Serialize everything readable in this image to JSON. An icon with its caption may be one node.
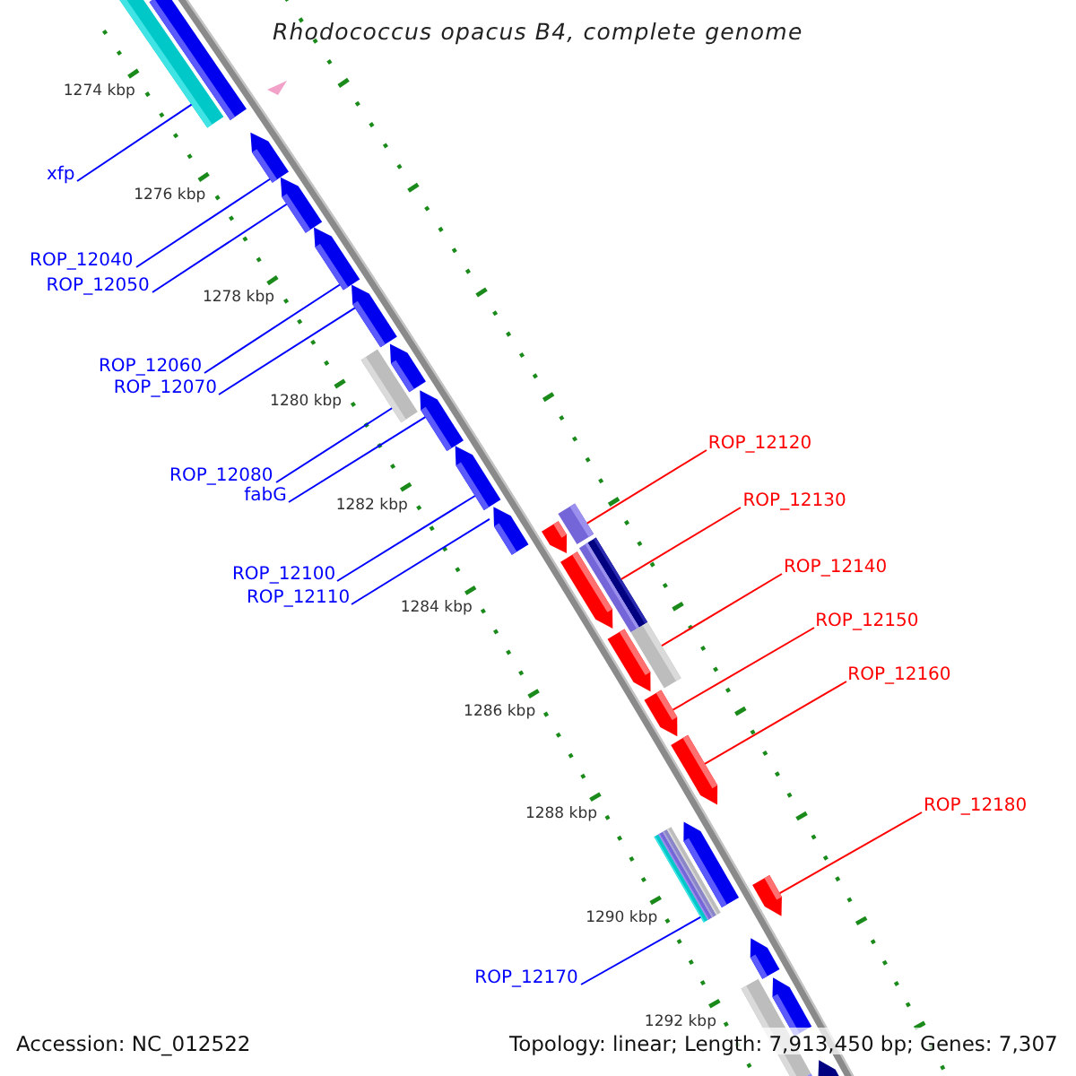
{
  "diagram": {
    "title": "Rhodococcus opacus B4, complete genome",
    "nodes": [
      {
        "text": [
          "xfp"
        ]
      },
      {
        "text": [
          "ROP_12040"
        ]
      },
      {
        "text": [
          "ROP_12050"
        ]
      },
      {
        "text": [
          "ROP_12060"
        ]
      },
      {
        "text": [
          "ROP_12070"
        ]
      },
      {
        "text": [
          "ROP_12080"
        ]
      },
      {
        "text": [
          "ROP_12120"
        ]
      },
      {
        "text": [
          "fabG"
        ]
      },
      {
        "text": [
          "ROP_12130"
        ]
      },
      {
        "text": [
          "ROP_12100"
        ]
      },
      {
        "text": [
          "ROP_12140"
        ]
      },
      {
        "text": [
          "ROP_12110"
        ]
      },
      {
        "text": [
          "ROP_12150"
        ]
      },
      {
        "text": [
          "ROP_12160"
        ]
      },
      {
        "text": [
          "ROP_12180"
        ]
      },
      {
        "text": [
          "ROP_12170"
        ]
      },
      {
        "text": [],
        "shape": "arrow"
      },
      {
        "text": [],
        "shape": "arrow"
      },
      {
        "text": [],
        "shape": "arrow"
      },
      {
        "text": [],
        "shape": "arrow"
      },
      {
        "text": [],
        "shape": "arrow"
      },
      {
        "text": [],
        "shape": "arrow"
      },
      {
        "text": [],
        "shape": "arrow"
      },
      {
        "text": [],
        "shape": "arrow"
      },
      {
        "text": [],
        "shape": "arrow"
      },
      {
        "text": [],
        "shape": "arrow"
      },
      {
        "text": [],
        "shape": "arrow"
      },
      {
        "text": [],
        "shape": "arrow"
      },
      {
        "text": [],
        "shape": "arrow"
      },
      {
        "text": [],
        "shape": "arrow"
      },
      {
        "text": [],
        "shape": "arrow"
      },
      {
        "text": [],
        "shape": "arrow"
      },
      {
        "text": [],
        "shape": "arrow"
      },
      {
        "text": [],
        "shape": "arrow"
      },
      {
        "text": [],
        "shape": "arrow"
      },
      {
        "text": [],
        "shape": "arrow"
      },
      {
        "text": [],
        "shape": "arrow"
      },
      {
        "text": [],
        "shape": "arrow"
      },
      {
        "text": [],
        "shape": "arrow"
      },
      {
        "text": [],
        "shape": "arrow"
      },
      {
        "text": [],
        "shape": "arrow"
      },
      {
        "text": [],
        "shape": "arrow"
      },
      {
        "text": [],
        "shape": "arrow"
      }
    ],
    "edges": [
      {
        "from": 0,
        "to": 17,
        "arrow": "none"
      },
      {
        "from": 1,
        "to": 18,
        "arrow": "none"
      },
      {
        "from": 2,
        "to": 19,
        "arrow": "none"
      },
      {
        "from": 3,
        "to": 20,
        "arrow": "none"
      },
      {
        "from": 4,
        "to": 21,
        "arrow": "none"
      },
      {
        "from": 5,
        "to": 22,
        "arrow": "none"
      },
      {
        "from": 6,
        "to": 27,
        "arrow": "none",
        "color": "#ff0000"
      },
      {
        "from": 7,
        "to": 24,
        "arrow": "none"
      },
      {
        "from": 8,
        "to": 29,
        "arrow": "none",
        "color": "#ff0000"
      },
      {
        "from": 9,
        "to": 25,
        "arrow": "none"
      },
      {
        "from": 10,
        "to": 32,
        "arrow": "none",
        "color": "#ff0000"
      },
      {
        "from": 11,
        "to": 26,
        "arrow": "none"
      },
      {
        "from": 12,
        "to": 33,
        "arrow": "none",
        "color": "#ff0000"
      },
      {
        "from": 13,
        "to": 34,
        "arrow": "none",
        "color": "#ff0000"
      },
      {
        "from": 14,
        "to": 37,
        "arrow": "none",
        "color": "#ff0000"
      },
      {
        "from": 15,
        "to": 35,
        "arrow": "none"
      }
    ],
    "labels": [
      "1274 kbp",
      "1276 kbp",
      "1278 kbp",
      "1280 kbp",
      "1282 kbp",
      "1284 kbp",
      "1286 kbp",
      "1288 kbp",
      "1290 kbp",
      "1292 kbp",
      "Accession: NC_012522",
      "Topology: linear; Length: 7,913,450 bp; Genes: 7,307"
    ]
  }
}
